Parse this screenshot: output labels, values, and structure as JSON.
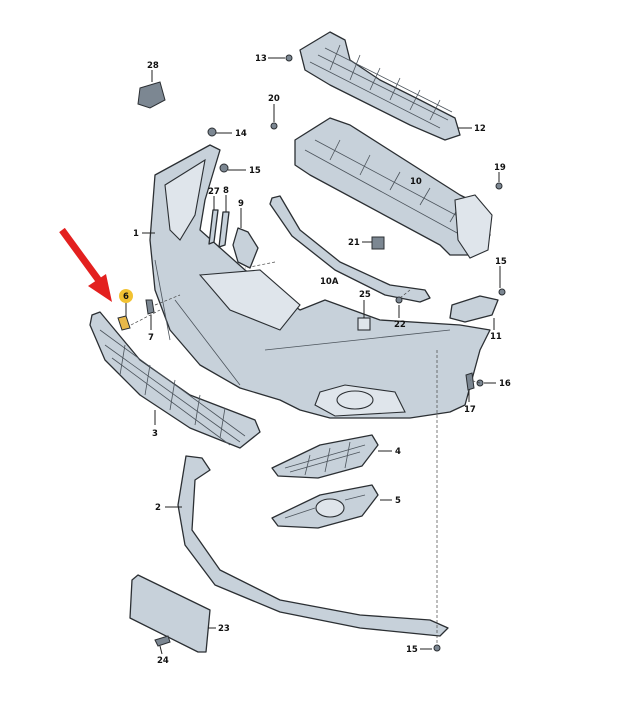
{
  "diagram": {
    "title": "Front bumper exploded parts diagram",
    "highlight_color": "#f2c232",
    "arrow_color": "#e3201f",
    "part_color": "#c7d1da",
    "highlighted_part": "6",
    "labels": {
      "p28": "28",
      "p13": "13",
      "p12": "12",
      "p20": "20",
      "p14": "14",
      "p15a": "15",
      "p27": "27",
      "p8": "8",
      "p9": "9",
      "p19": "19",
      "p10": "10",
      "p1": "1",
      "p21": "21",
      "p10A": "10A",
      "p15b": "15",
      "p6": "6",
      "p7": "7",
      "p25": "25",
      "p22": "22",
      "p11": "11",
      "p16": "16",
      "p17": "17",
      "p3": "3",
      "p4": "4",
      "p2": "2",
      "p5": "5",
      "p23": "23",
      "p24": "24",
      "p15c": "15"
    }
  }
}
